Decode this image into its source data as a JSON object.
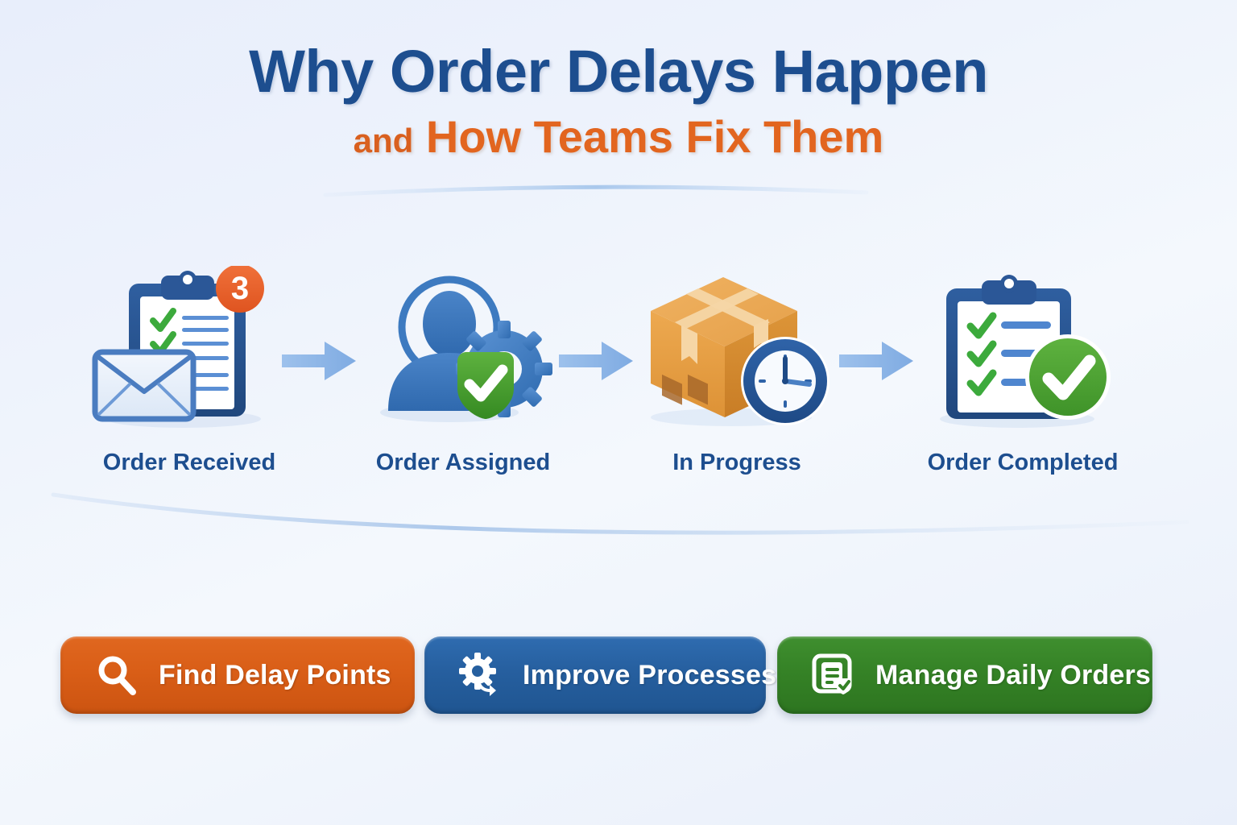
{
  "title": {
    "main": "Why Order Delays Happen",
    "sub_lead": "and",
    "sub_rest": "How Teams Fix Them",
    "main_color": "#1d4e8f",
    "sub_color": "#e2651f"
  },
  "flow": {
    "arrow_color": "#8ab4e8",
    "steps": [
      {
        "label": "Order Received",
        "icon": "clipboard-envelope-icon",
        "badge": "3",
        "badge_color": "#e8602c",
        "checks": 2,
        "accent": "#2b5797"
      },
      {
        "label": "Order Assigned",
        "icon": "user-gear-check-icon",
        "badge": "",
        "badge_color": "",
        "checks": 1,
        "accent": "#3a76bd"
      },
      {
        "label": "In Progress",
        "icon": "package-clock-icon",
        "badge": "",
        "badge_color": "",
        "checks": 0,
        "accent": "#e8a33d"
      },
      {
        "label": "Order Completed",
        "icon": "clipboard-check-icon",
        "badge": "",
        "badge_color": "",
        "checks": 3,
        "accent": "#4caf3f"
      }
    ]
  },
  "buttons": [
    {
      "label": "Find Delay Points",
      "icon": "search-icon",
      "color": "#d95e17"
    },
    {
      "label": "Improve Processes",
      "icon": "gear-icon",
      "color": "#265f9f"
    },
    {
      "label": "Manage Daily Orders",
      "icon": "document-check-icon",
      "color": "#358226"
    }
  ]
}
